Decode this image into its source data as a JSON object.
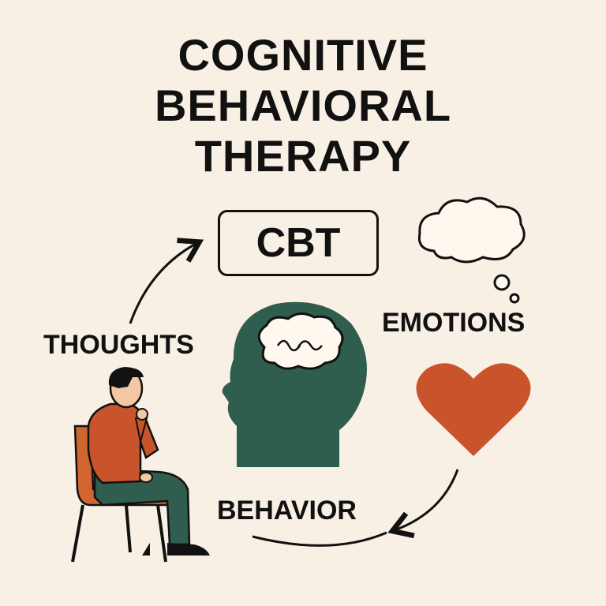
{
  "title": {
    "lines": [
      "COGNITIVE",
      "BEHAVIORAL",
      "THERAPY"
    ]
  },
  "center_box": {
    "label": "CBT"
  },
  "labels": {
    "thoughts": "THOUGHTS",
    "emotions": "EMOTIONS",
    "behavior": "BEHAVIOR"
  },
  "colors": {
    "background": "#f8f0e4",
    "head": "#2f5d4e",
    "heart": "#c9542c",
    "shirt": "#c9542c",
    "pants": "#2f5d4e",
    "chair": "#d0652f"
  }
}
